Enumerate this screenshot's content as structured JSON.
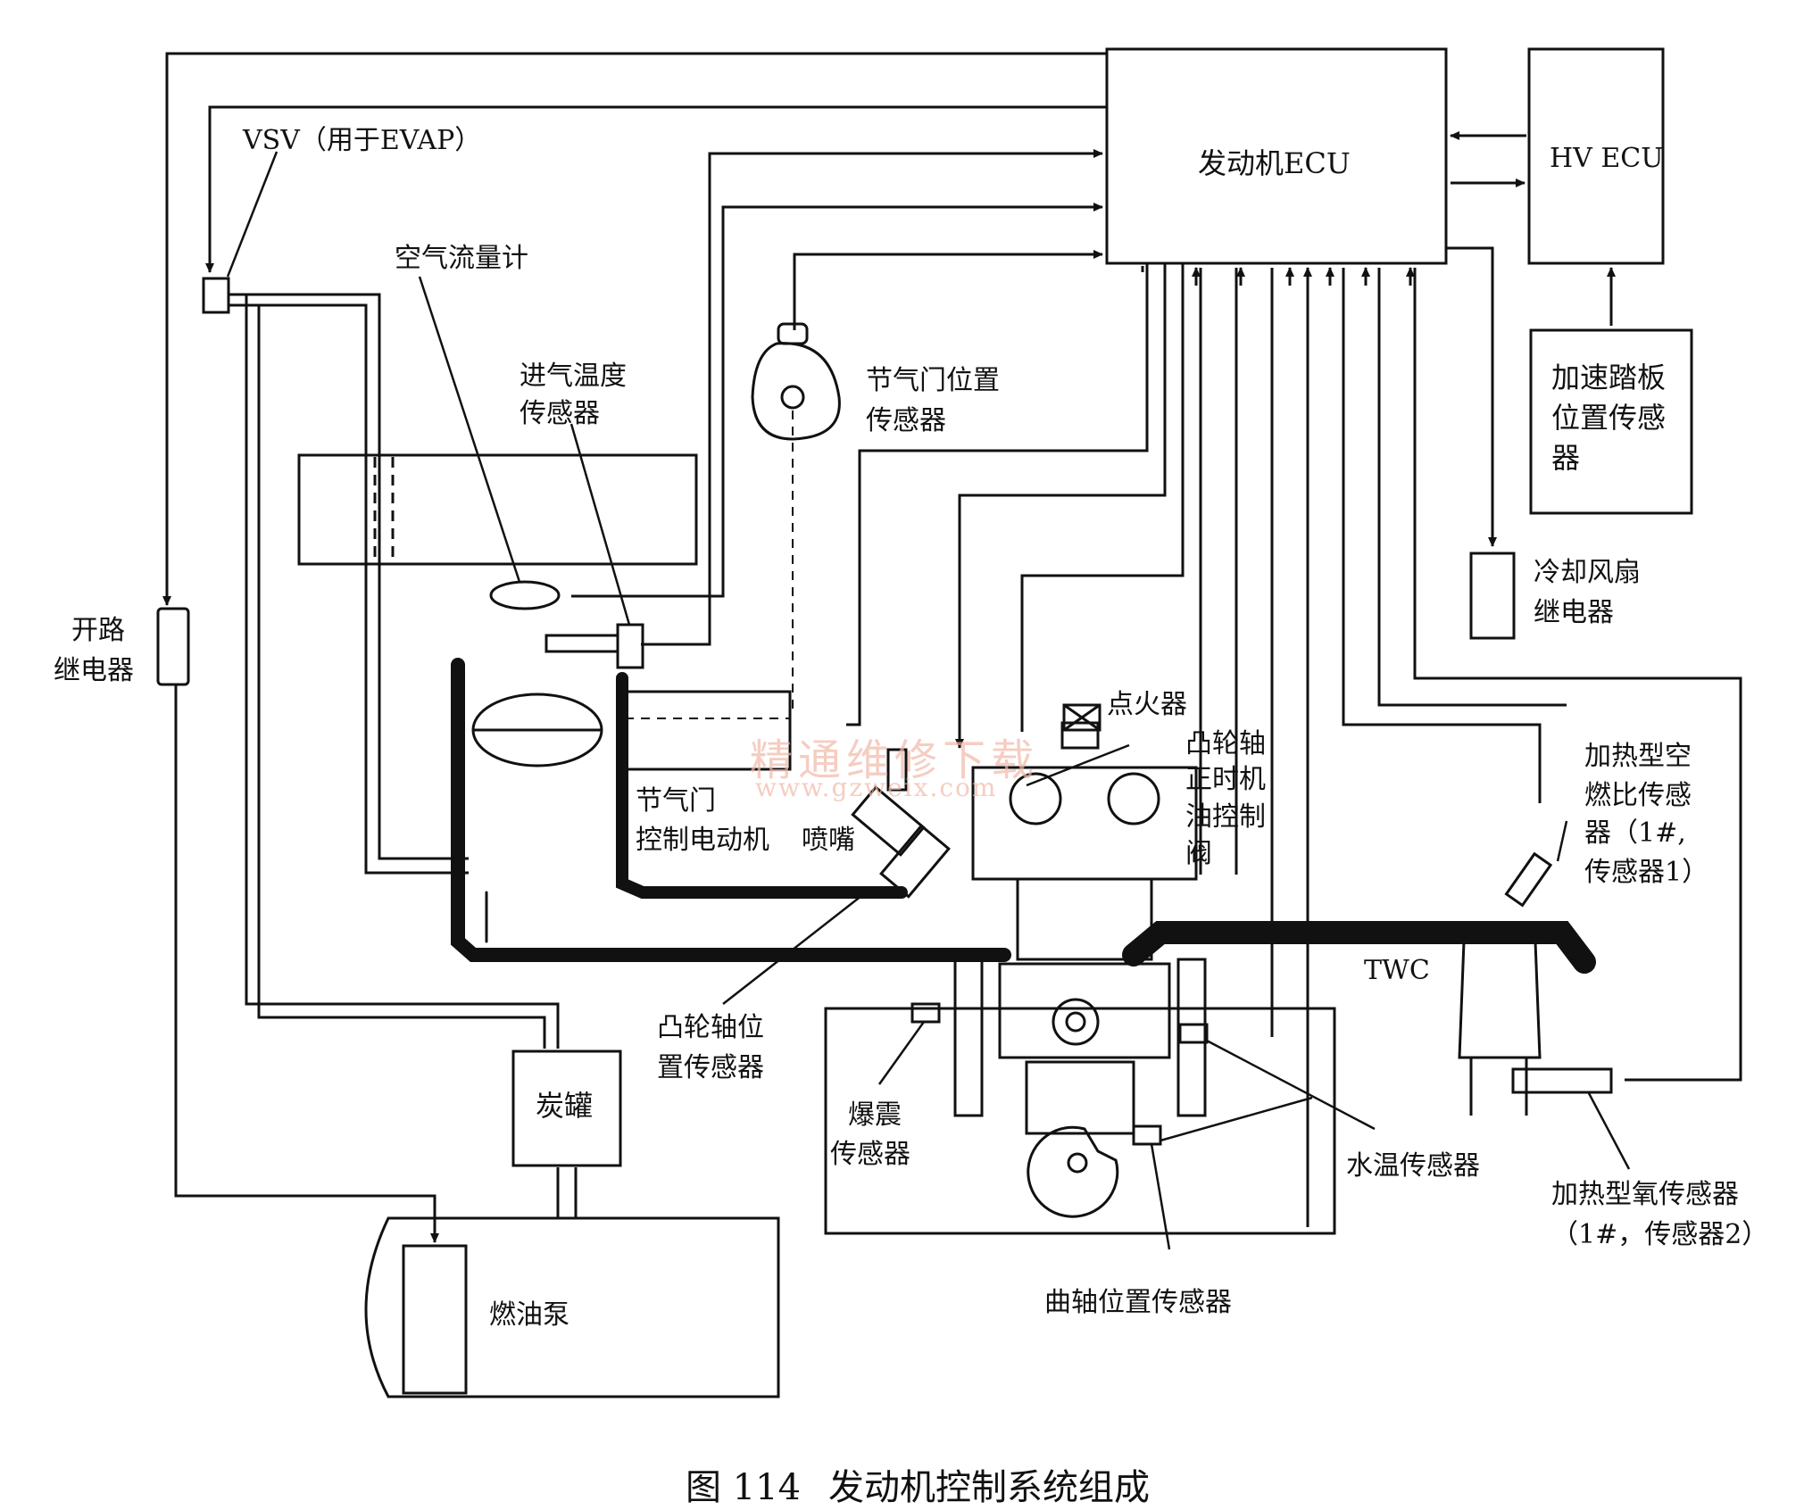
{
  "labels": {
    "engine_ecu": "发动机ECU",
    "hv_ecu": "HV ECU",
    "accel_sensor": [
      "加速踏板",
      "位置传感",
      "器"
    ],
    "cooling_fan": [
      "冷却风扇",
      "继电器"
    ],
    "vsv": "VSV（用于EVAP）",
    "air_flow": "空气流量计",
    "intake_temp": [
      "进气温度",
      "传感器"
    ],
    "throttle_pos": [
      "节气门位置",
      "传感器"
    ],
    "open_relay": [
      "开路",
      "继电器"
    ],
    "ignitor": "点火器",
    "cam_timing": [
      "凸轮轴",
      "正时机",
      "油控制",
      "阀"
    ],
    "heated_af": [
      "加热型空",
      "燃比传感",
      "器（1#,",
      "传感器1）"
    ],
    "throttle_motor": [
      "节气门",
      "控制电动机"
    ],
    "injector": "喷嘴",
    "twc": "TWC",
    "cam_pos": [
      "凸轮轴位",
      "置传感器"
    ],
    "canister": "炭罐",
    "knock": [
      "爆震",
      "传感器"
    ],
    "water_temp": "水温传感器",
    "heated_o2": [
      "加热型氧传感器",
      "（1#，传感器2）"
    ],
    "fuel_pump": "燃油泵",
    "crank_pos": "曲轴位置传感器"
  },
  "watermark": {
    "cn": "精通维修下载",
    "url": "www.gzweix.com"
  },
  "caption": {
    "fig": "图 114",
    "title": "发动机控制系统组成"
  }
}
